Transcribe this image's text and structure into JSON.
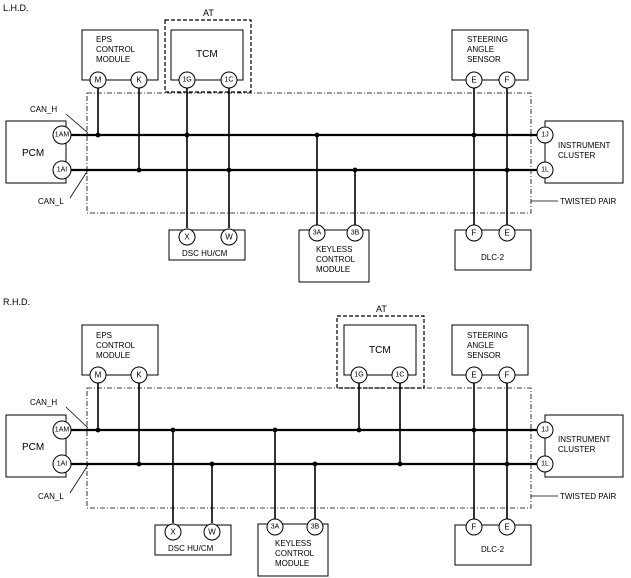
{
  "lhd": {
    "section_label": "L.H.D.",
    "eps": {
      "line1": "EPS",
      "line2": "CONTROL",
      "line3": "MODULE",
      "pin_m": "M",
      "pin_k": "K"
    },
    "at": {
      "label": "AT",
      "tcm": "TCM",
      "pin_1g": "1G",
      "pin_1c": "1C"
    },
    "sas": {
      "line1": "STEERING",
      "line2": "ANGLE",
      "line3": "SENSOR",
      "pin_e": "E",
      "pin_f": "F"
    },
    "pcm": {
      "label": "PCM",
      "pin_1am": "1AM",
      "pin_1ai": "1AI"
    },
    "can_h": "CAN_H",
    "can_l": "CAN_L",
    "cluster": {
      "line1": "INSTRUMENT",
      "line2": "CLUSTER",
      "pin_1j": "1J",
      "pin_1l": "1L"
    },
    "twisted_pair": "TWISTED PAIR",
    "dsc": {
      "label": "DSC HU/CM",
      "pin_x": "X",
      "pin_w": "W"
    },
    "keyless": {
      "line1": "KEYLESS",
      "line2": "CONTROL",
      "line3": "MODULE",
      "pin_3a": "3A",
      "pin_3b": "3B"
    },
    "dlc": {
      "label": "DLC-2",
      "pin_f": "F",
      "pin_e": "E"
    }
  },
  "rhd": {
    "section_label": "R.H.D.",
    "eps": {
      "line1": "EPS",
      "line2": "CONTROL",
      "line3": "MODULE",
      "pin_m": "M",
      "pin_k": "K"
    },
    "at": {
      "label": "AT",
      "tcm": "TCM",
      "pin_1g": "1G",
      "pin_1c": "1C"
    },
    "sas": {
      "line1": "STEERING",
      "line2": "ANGLE",
      "line3": "SENSOR",
      "pin_e": "E",
      "pin_f": "F"
    },
    "pcm": {
      "label": "PCM",
      "pin_1am": "1AM",
      "pin_1ai": "1AI"
    },
    "can_h": "CAN_H",
    "can_l": "CAN_L",
    "cluster": {
      "line1": "INSTRUMENT",
      "line2": "CLUSTER",
      "pin_1j": "1J",
      "pin_1l": "1L"
    },
    "twisted_pair": "TWISTED PAIR",
    "dsc": {
      "label": "DSC HU/CM",
      "pin_x": "X",
      "pin_w": "W"
    },
    "keyless": {
      "line1": "KEYLESS",
      "line2": "CONTROL",
      "line3": "MODULE",
      "pin_3a": "3A",
      "pin_3b": "3B"
    },
    "dlc": {
      "label": "DLC-2",
      "pin_f": "F",
      "pin_e": "E"
    }
  }
}
